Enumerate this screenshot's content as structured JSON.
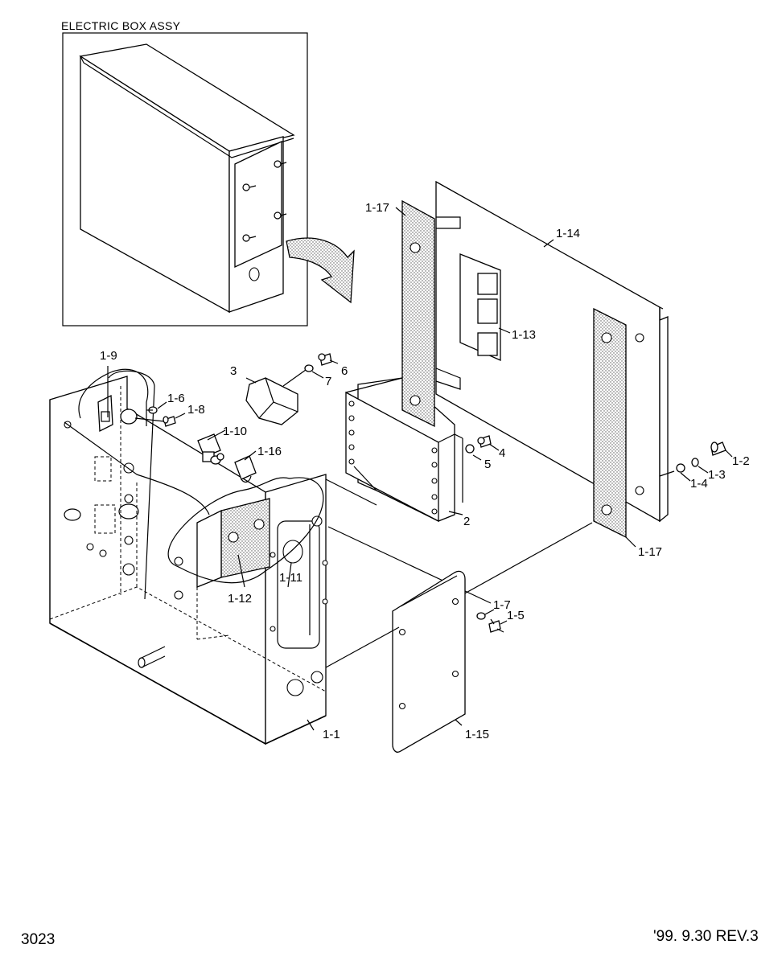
{
  "inset": {
    "title": "ELECTRIC BOX ASSY"
  },
  "labels": {
    "l1_1": "1-1",
    "l1_2": "1-2",
    "l1_3": "1-3",
    "l1_4": "1-4",
    "l1_5": "1-5",
    "l1_6": "1-6",
    "l1_7": "1-7",
    "l1_8": "1-8",
    "l1_9": "1-9",
    "l1_10": "1-10",
    "l1_11": "1-11",
    "l1_12": "1-12",
    "l1_13": "1-13",
    "l1_14": "1-14",
    "l1_15": "1-15",
    "l1_16": "1-16",
    "l1_17a": "1-17",
    "l1_17b": "1-17",
    "l2": "2",
    "l3": "3",
    "l4": "4",
    "l5": "5",
    "l6": "6",
    "l7": "7"
  },
  "footer": {
    "page_number": "3023",
    "revision": "'99. 9.30 REV.3"
  }
}
